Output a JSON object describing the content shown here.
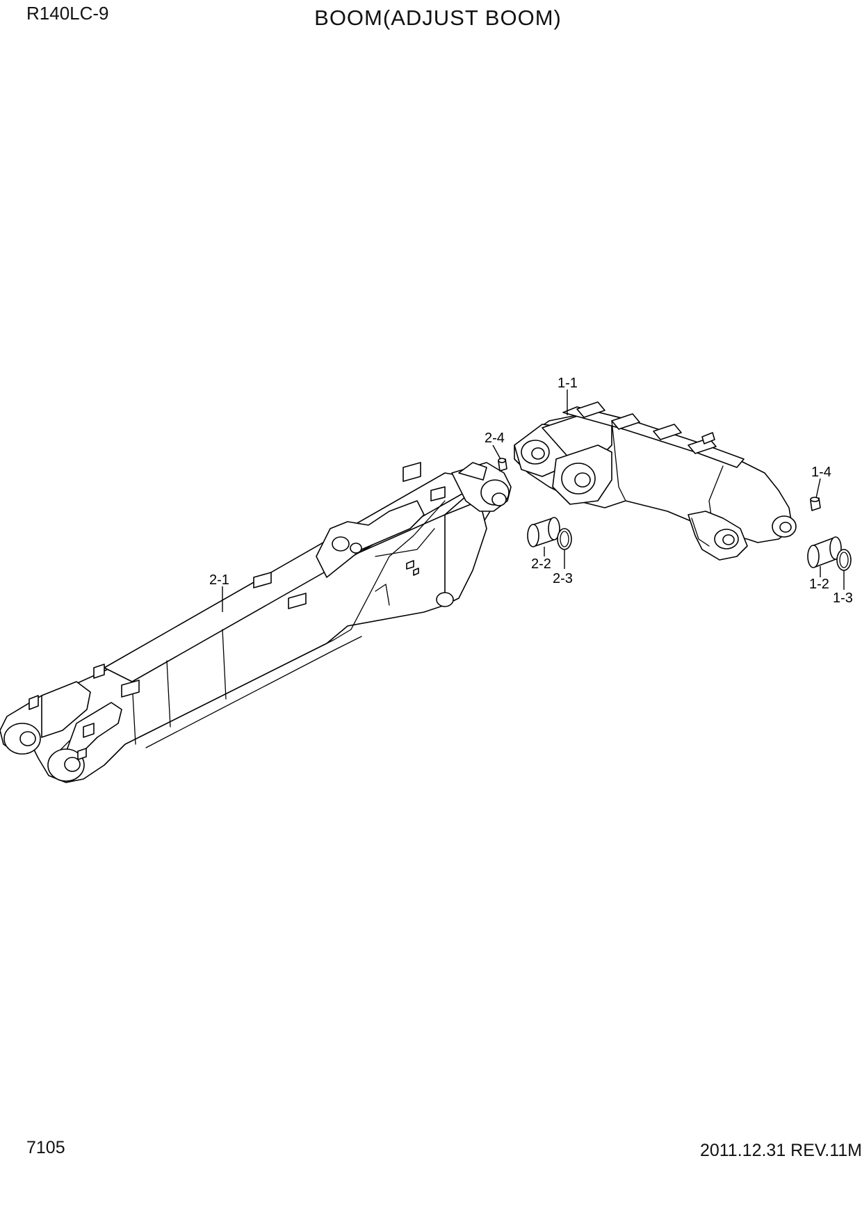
{
  "header": {
    "model": "R140LC-9",
    "title": "BOOM(ADJUST BOOM)"
  },
  "footer": {
    "page_number": "7105",
    "revision": "2011.12.31  REV.11M"
  },
  "callouts": {
    "c1_1": "1-1",
    "c1_2": "1-2",
    "c1_3": "1-3",
    "c1_4": "1-4",
    "c2_1": "2-1",
    "c2_2": "2-2",
    "c2_3": "2-3",
    "c2_4": "2-4"
  }
}
